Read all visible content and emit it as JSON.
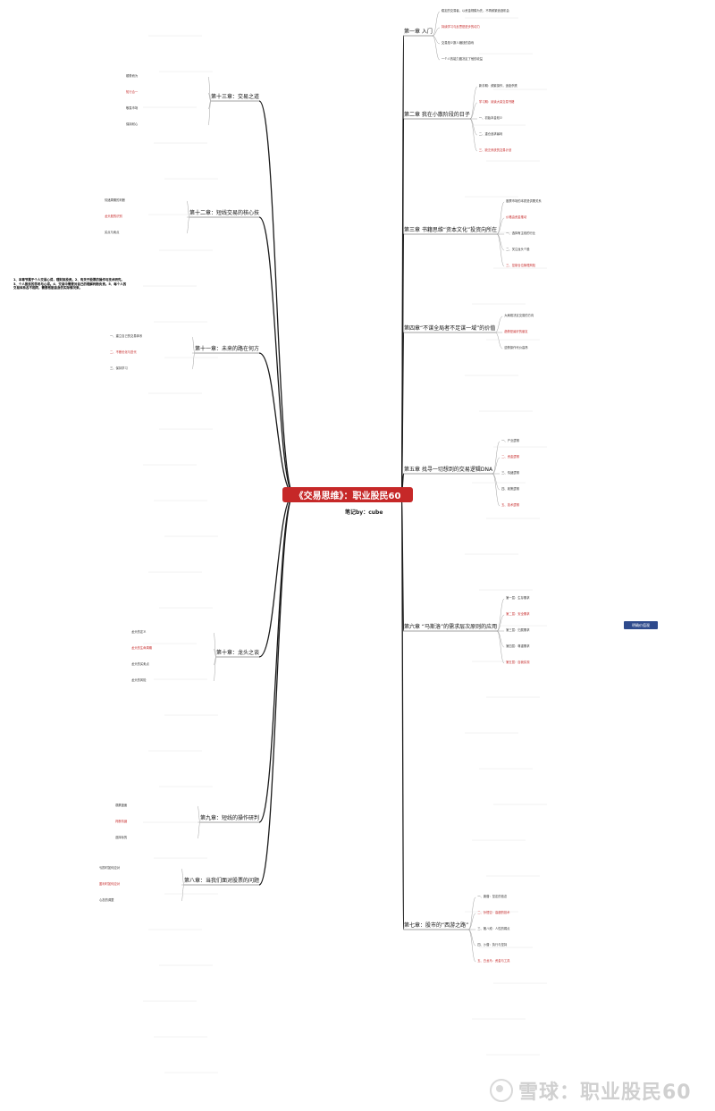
{
  "map": {
    "center_title": "《交易思维》：职业股民60",
    "author": "笔记by：cube",
    "tag": "明确价值观",
    "notice": "1、本章节属于个人交易心得，理财类投资。2、有关于股票的操作与技术研究。3、个人股民的思考与心得。4、交易中需要对自己的理解判断负责。5、每个人的交易体系各不相同，需要根据自身的实际情况来。"
  },
  "branches": [
    {
      "label": "第一章 入门",
      "side": "right",
      "leaves": [
        "稳定的交易者，以资金规模为先，不再频繁追逐机会",
        "持续学习与反思是进步的动力",
        "交易是少数人赚钱的游戏",
        "一个人的能力圈决定了他的收益"
      ]
    },
    {
      "label": "第二章 我在小散阶段的日子",
      "side": "right",
      "leaves": [
        "新手期：频繁操作，追涨杀跌",
        "学习期：阅读大量交易书籍",
        "一、初始本金较少",
        "二、重仓追求暴利",
        "三、缺乏系统的交易计划"
      ]
    },
    {
      "label": "第三章 书籍思维“资本文化”投资向所在",
      "side": "right",
      "leaves": [
        "股票市场的本质是供需关系",
        "价格由资金推动",
        "一、选择有主线的行业",
        "二、关注龙头个股",
        "三、控制仓位管理风险"
      ]
    },
    {
      "label": "第四章“不谋全局者不足谋一域”的价值",
      "side": "right",
      "leaves": [
        "大局观决定交易的方向",
        "趋势是最好的朋友",
        "逆势操作代价高昂"
      ]
    },
    {
      "label": "第五章 找寻一切想到的交易逻辑DNA",
      "side": "right",
      "leaves": [
        "一、产业逻辑",
        "二、资金逻辑",
        "三、情绪逻辑",
        "四、政策逻辑",
        "五、技术逻辑"
      ]
    },
    {
      "label": "第六章 “马斯洛”的需求层次原则的应用",
      "side": "right",
      "leaves": [
        "第一层：生存需求",
        "第二层：安全需求",
        "第三层：归属需求",
        "第四层：尊重需求",
        "第五层：自我实现"
      ]
    },
    {
      "label": "第七章：股市的“西游之路”",
      "side": "right",
      "leaves": [
        "一、唐僧：坚定的信念",
        "二、孙悟空：高超的技术",
        "三、猪八戒：人性的弱点",
        "四、沙僧：执行与坚持",
        "五、白龙马：资金与工具"
      ]
    },
    {
      "label": "第十三章：交易之道",
      "side": "left",
      "leaves": [
        "顺势而为",
        "知行合一",
        "敬畏市场",
        "保持耐心"
      ]
    },
    {
      "label": "第十二章：短线交易的核心技",
      "side": "left",
      "leaves": [
        "情绪周期的判断",
        "龙头股的识别",
        "买点与卖点"
      ]
    },
    {
      "label": "第十一章：未来的路在何方",
      "side": "left",
      "leaves": [
        "一、建立自己的交易体系",
        "二、不断优化与迭代",
        "三、保持学习"
      ]
    },
    {
      "label": "第十章：龙头之谈",
      "side": "left",
      "leaves": [
        "龙头的定义",
        "龙头的生命周期",
        "龙头的买卖点",
        "龙头的风险"
      ]
    },
    {
      "label": "第九章：短线的操作研判",
      "side": "left",
      "leaves": [
        "观察盘面",
        "判断情绪",
        "选择标的"
      ]
    },
    {
      "label": "第八章：当我们面对股票的问题",
      "side": "left",
      "leaves": [
        "亏损时如何应对",
        "盈利时如何应对",
        "心态的调整"
      ]
    }
  ]
}
